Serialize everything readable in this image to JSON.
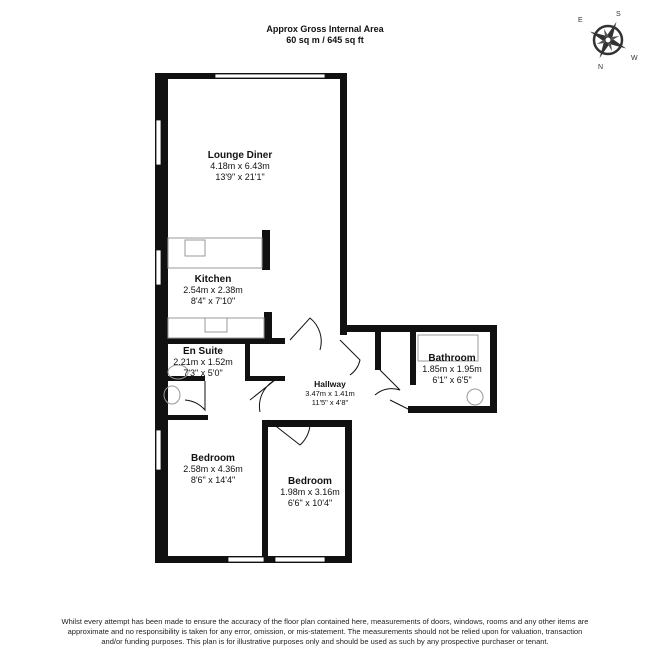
{
  "header": {
    "title": "Approx Gross Internal Area",
    "area": "60 sq m / 645 sq ft"
  },
  "compass": {
    "icon": "compass-rose-icon",
    "letters": [
      "S",
      "W",
      "N",
      "E"
    ]
  },
  "rooms": [
    {
      "name": "Lounge Diner",
      "metric": "4.18m x 6.43m",
      "imperial": "13'9\" x 21'1\""
    },
    {
      "name": "Kitchen",
      "metric": "2.54m x 2.38m",
      "imperial": "8'4\" x 7'10\""
    },
    {
      "name": "En Suite",
      "metric": "2.21m x 1.52m",
      "imperial": "7'3\" x 5'0\""
    },
    {
      "name": "Hallway",
      "metric": "3.47m x 1.41m",
      "imperial": "11'5\" x 4'8\""
    },
    {
      "name": "Bathroom",
      "metric": "1.85m x 1.95m",
      "imperial": "6'1\" x 6'5\""
    },
    {
      "name": "Bedroom",
      "metric": "2.58m x 4.36m",
      "imperial": "8'6\" x 14'4\""
    },
    {
      "name": "Bedroom",
      "metric": "1.98m x 3.16m",
      "imperial": "6'6\" x 10'4\""
    }
  ],
  "disclaimer": "Whilst every attempt has been made to ensure the accuracy of the floor plan contained here, measurements of doors, windows, rooms and any other items are approximate and no responsibility is taken for any error, omission, or mis-statement. The measurements should not be relied upon for valuation, transaction and/or funding purposes. This plan is for illustrative purposes only and should be used as such by any prospective purchaser or tenant."
}
